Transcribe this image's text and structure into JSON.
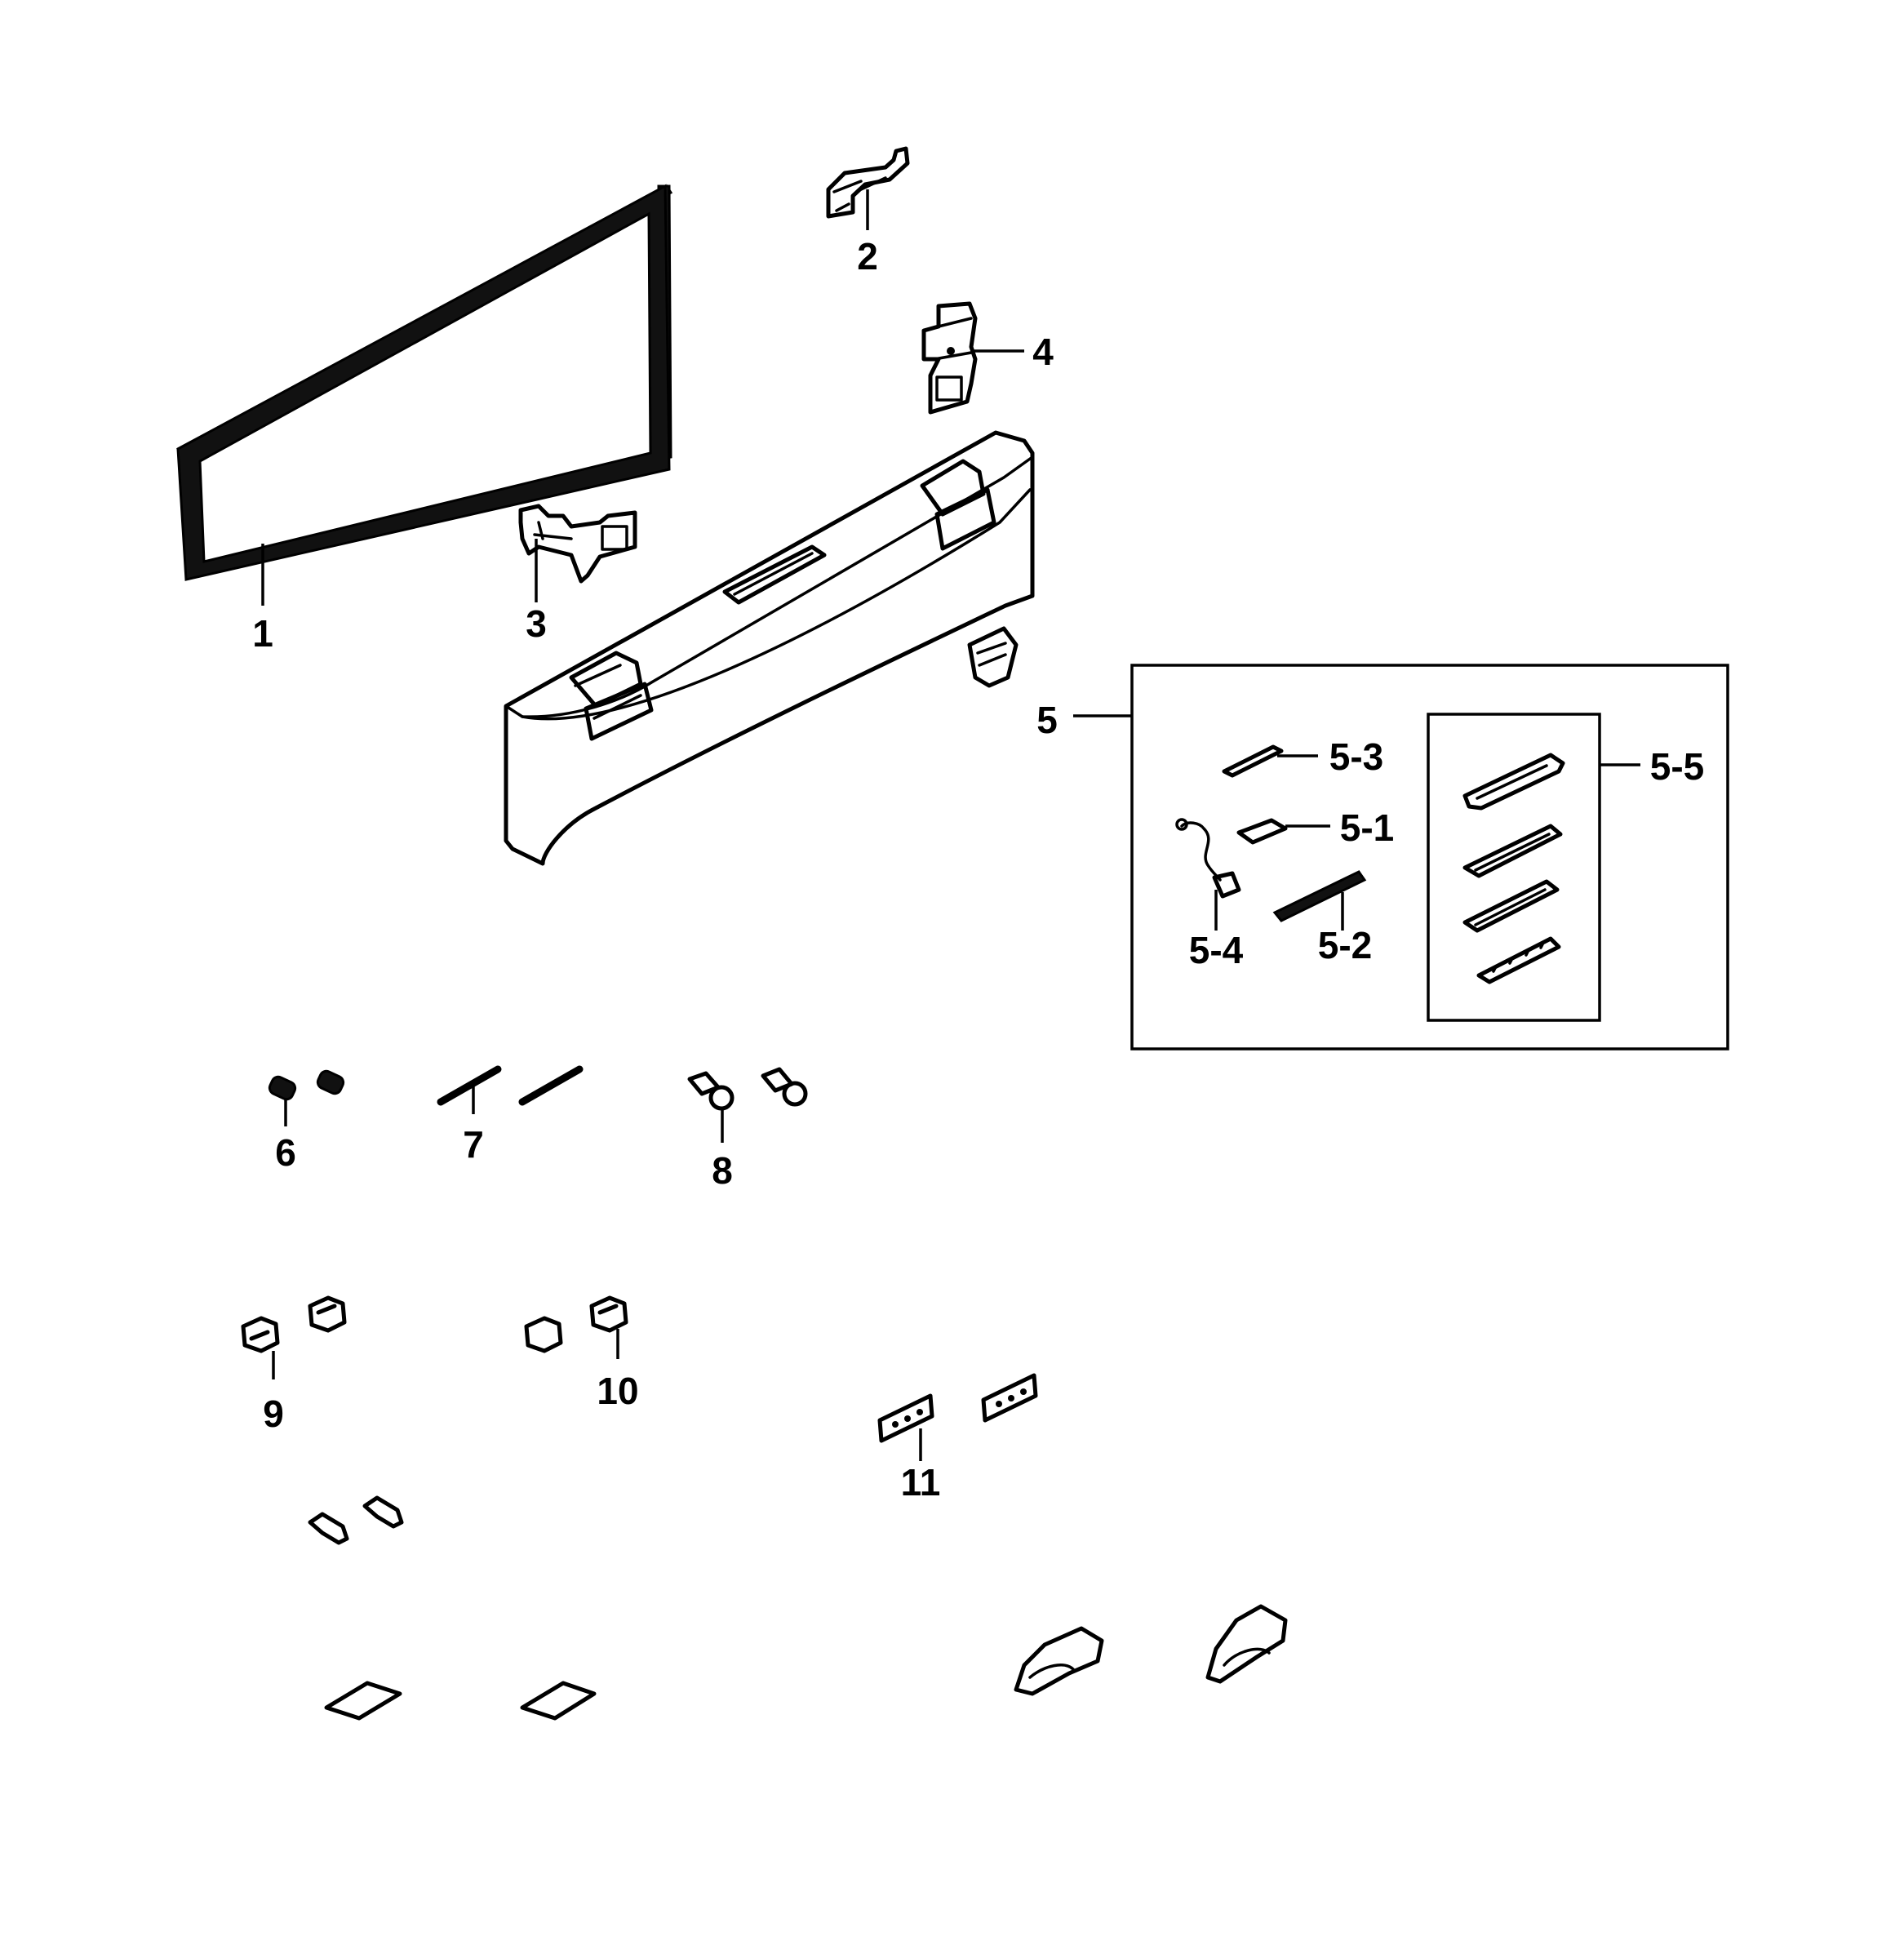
{
  "diagram": {
    "callouts": {
      "c1": "1",
      "c2": "2",
      "c3": "3",
      "c4": "4",
      "c5": "5",
      "c5_1": "5-1",
      "c5_2": "5-2",
      "c5_3": "5-3",
      "c5_4": "5-4",
      "c5_5": "5-5",
      "c6": "6",
      "c7": "7",
      "c8": "8",
      "c9": "9",
      "c10": "10",
      "c11": "11"
    }
  }
}
